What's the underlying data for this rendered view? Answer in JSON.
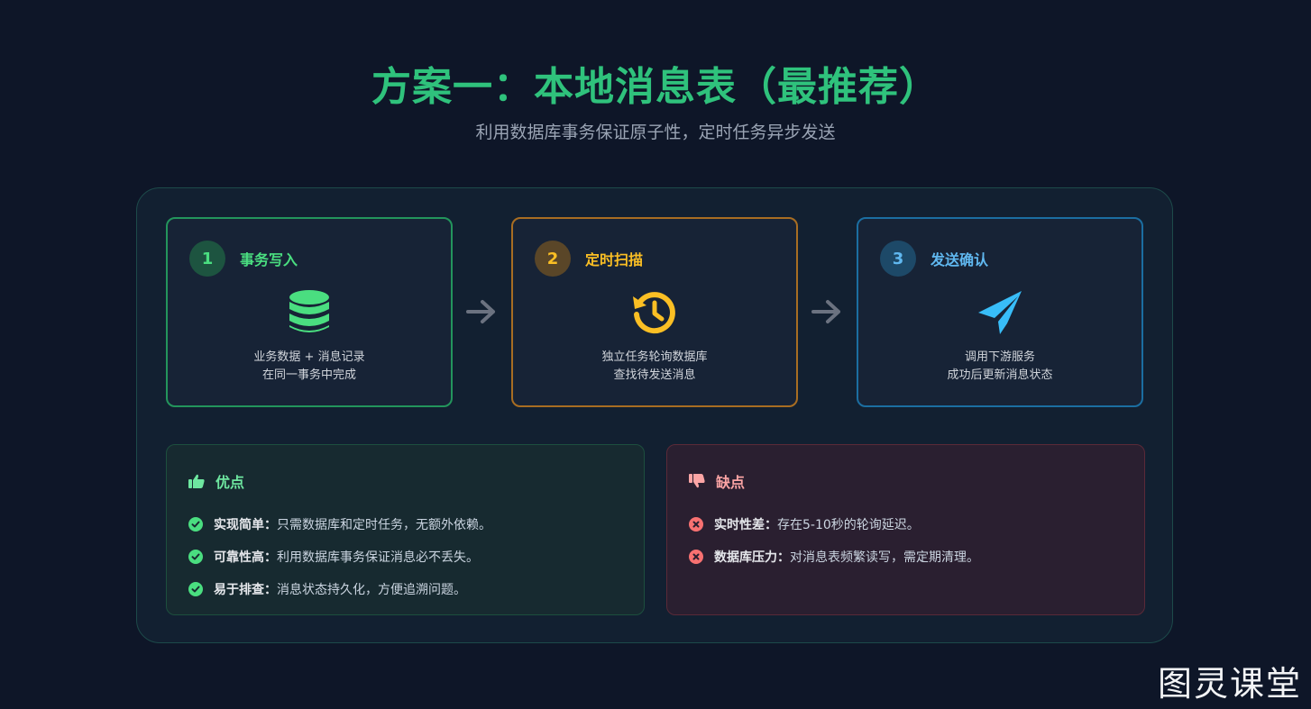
{
  "title": "方案一：本地消息表（最推荐）",
  "subtitle": "利用数据库事务保证原子性，定时任务异步发送",
  "steps": [
    {
      "num": "1",
      "title": "事务写入",
      "icon": "database-icon",
      "desc": [
        "业务数据 + 消息记录",
        "在同一事务中完成"
      ],
      "color": "#4ade80"
    },
    {
      "num": "2",
      "title": "定时扫描",
      "icon": "history-clock-icon",
      "desc": [
        "独立任务轮询数据库",
        "查找待发送消息"
      ],
      "color": "#fbbf24"
    },
    {
      "num": "3",
      "title": "发送确认",
      "icon": "paper-plane-icon",
      "desc": [
        "调用下游服务",
        "成功后更新消息状态"
      ],
      "color": "#38bdf8"
    }
  ],
  "pros": {
    "title": "优点",
    "items": [
      {
        "label": "实现简单：",
        "text": "只需数据库和定时任务，无额外依赖。"
      },
      {
        "label": "可靠性高：",
        "text": "利用数据库事务保证消息必不丢失。"
      },
      {
        "label": "易于排查：",
        "text": "消息状态持久化，方便追溯问题。"
      }
    ]
  },
  "cons": {
    "title": "缺点",
    "items": [
      {
        "label": "实时性差：",
        "text": "存在5-10秒的轮询延迟。"
      },
      {
        "label": "数据库压力：",
        "text": "对消息表频繁读写，需定期清理。"
      }
    ]
  },
  "watermark": "图灵课堂"
}
